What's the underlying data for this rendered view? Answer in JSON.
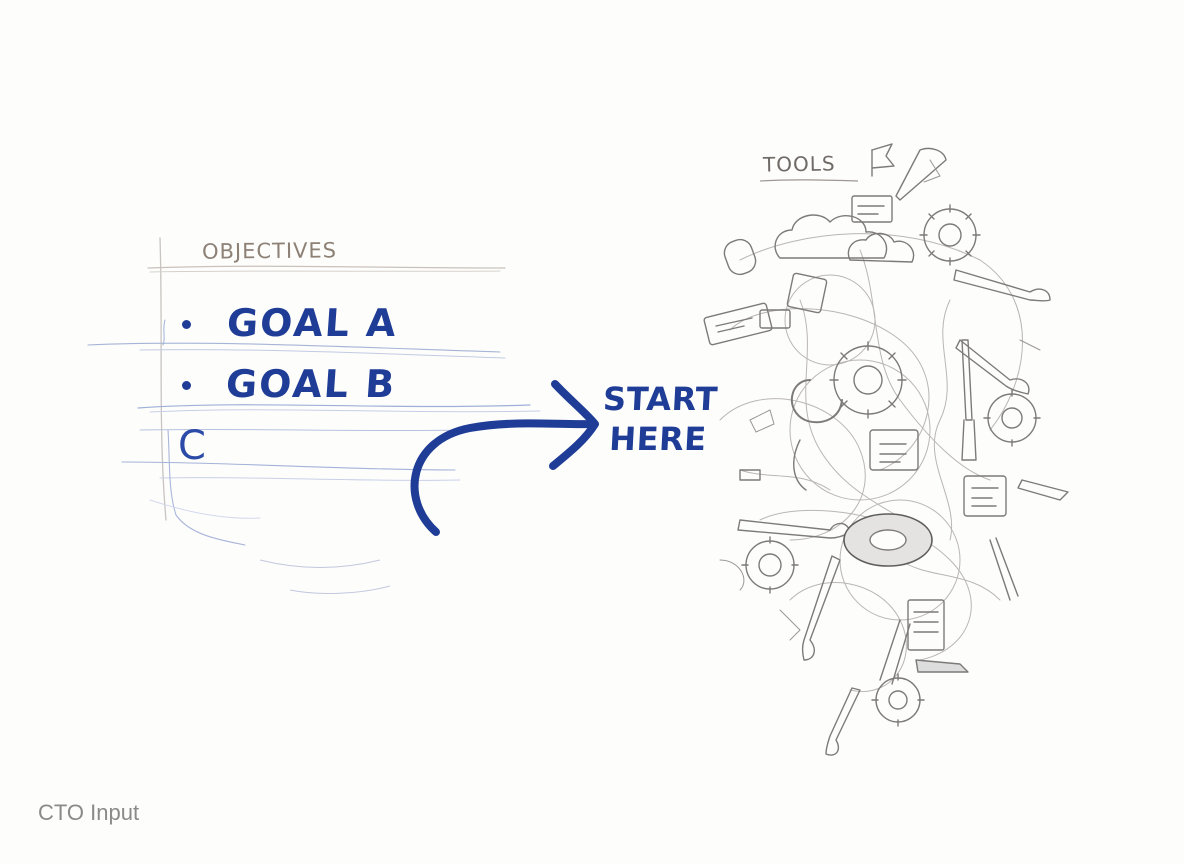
{
  "labels": {
    "objectives": "OBJECTIVES",
    "tools": "TOOLS"
  },
  "goals": {
    "a": "GOAL A",
    "b": "GOAL B",
    "c": "C"
  },
  "callout": {
    "line1": "START",
    "line2": "HERE"
  },
  "footer": "CTO Input",
  "colors": {
    "ink_blue": "#1f3d96",
    "pencil_gray": "#8c8a88",
    "background": "#fdfdfc"
  },
  "icons": [
    "gear-icon",
    "wrench-icon",
    "cloud-icon",
    "circuit-board-icon",
    "server-icon",
    "screwdriver-icon",
    "flag-icon"
  ]
}
